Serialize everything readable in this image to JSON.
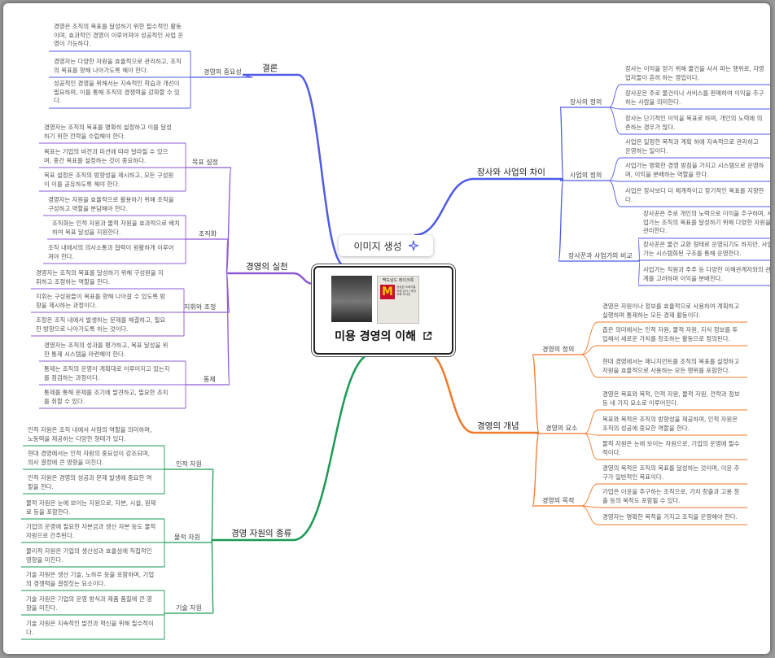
{
  "generate_chip": {
    "label": "이미지 생성",
    "icon": "sparkle-icon"
  },
  "central": {
    "title": "미용 경영의 이해",
    "link_icon": "external-link-icon",
    "book": {
      "title": "맥도날드 레이크록",
      "subtitle": "성공은 쓰레기통 속에 있다 / 레이 크록 자서전"
    }
  },
  "colors": {
    "conclusion": "#4f5be6",
    "practice": "#8e5ad4",
    "resources": "#1a9a55",
    "business": "#4f5be6",
    "concept": "#f07a2a"
  },
  "branches": {
    "conclusion": {
      "label": "결론",
      "mids": [
        {
          "label": "경영의 중요성",
          "leaves": [
            "경영은 조직의 목표를 달성하기 위한 필수적인 활동이며, 효과적인 경영이 이루어져야 성공적인 사업 운영이 가능하다.",
            "경영자는 다양한 자원을 효율적으로 관리하고, 조직의 목표를 향해 나아가도록 해야 한다.",
            "성공적인 경영을 위해서는 지속적인 학습과 개선이 필요하며, 이를 통해 조직의 경쟁력을 강화할 수 있다."
          ]
        }
      ]
    },
    "practice": {
      "label": "경영의 실천",
      "mids": [
        {
          "label": "목표 설정",
          "leaves": [
            "경영자는 조직의 목표를 명확히 설정하고 이를 달성하기 위한 전략을 수립해야 한다.",
            "목표는 기업의 비전과 미션에 따라 달라질 수 있으며, 중간 목표를 설정하는 것이 중요하다.",
            "목표 설정은 조직의 방향성을 제시하고, 모든 구성원이 이를 공유하도록 해야 한다."
          ]
        },
        {
          "label": "조직화",
          "leaves": [
            "경영자는 자원을 효율적으로 활용하기 위해 조직을 구성하고 역할을 분담해야 한다.",
            "조직화는 인적 자원과 물적 자원을 효과적으로 배치하여 목표 달성을 지원한다.",
            "조직 내에서의 의사소통과 협력이 원활하게 이루어져야 한다."
          ]
        },
        {
          "label": "지휘와 조정",
          "leaves": [
            "경영자는 조직의 목표를 달성하기 위해 구성원을 지휘하고 조정하는 역할을 한다.",
            "지휘는 구성원들이 목표를 향해 나아갈 수 있도록 방향을 제시하는 과정이다.",
            "조정은 조직 내에서 발생하는 문제를 해결하고, 필요한 방향으로 나아가도록 하는 것이다."
          ]
        },
        {
          "label": "통제",
          "leaves": [
            "경영자는 조직의 성과를 평가하고, 목표 달성을 위한 통제 시스템을 마련해야 한다.",
            "통제는 조직의 운영이 계획대로 이루어지고 있는지를 점검하는 과정이다.",
            "통제를 통해 문제를 조기에 발견하고, 필요한 조치를 취할 수 있다."
          ]
        }
      ]
    },
    "resources": {
      "label": "경영 자원의 종류",
      "mids": [
        {
          "label": "인적 자원",
          "leaves": [
            "인적 자원은 조직 내에서 사람의 역할을 의미하며, 노동력을 제공하는 다양한 형태가 있다.",
            "현대 경영에서는 인적 자원의 중요성이 강조되며, 의사 결정에 큰 영향을 미친다.",
            "인적 자원은 경영의 성공과 문제 발생에 중요한 역할을 한다."
          ]
        },
        {
          "label": "물적 자원",
          "leaves": [
            "물적 자원은 눈에 보이는 자원으로, 자본, 시설, 원재료 등을 포함한다.",
            "기업의 운영에 필요한 자본금과 생산 자본 등도 물적 자원으로 간주된다.",
            "물리적 자원은 기업의 생산성과 효율성에 직접적인 영향을 미친다."
          ]
        },
        {
          "label": "기술 자원",
          "leaves": [
            "기술 자원은 생산 기술, 노하우 등을 포함하며, 기업의 경쟁력을 결정짓는 요소이다.",
            "기술 자원은 기업의 운영 방식과 제품 품질에 큰 영향을 미친다.",
            "기술 자원은 지속적인 발전과 혁신을 위해 필수적이다."
          ]
        }
      ]
    },
    "business": {
      "label": "장사와 사업의 차이",
      "mids": [
        {
          "label": "장사의 정의",
          "leaves": [
            "장사는 이익을 얻기 위해 물건을 사서 파는 행위로, 자영업자들이 흔히 하는 영업이다.",
            "장사꾼은 주로 물건이나 서비스를 판매하여 이익을 추구하는 사람을 의미한다.",
            "장사는 단기적인 이익을 목표로 하며, 개인의 노력에 의존하는 경우가 많다."
          ]
        },
        {
          "label": "사업의 정의",
          "leaves": [
            "사업은 일정한 목적과 계획 하에 지속적으로 관리하고 운영하는 일이다.",
            "사업가는 명확한 경영 방침을 가지고 시스템으로 운영하며, 이익을 분배하는 역할을 한다.",
            "사업은 장사보다 더 체계적이고 장기적인 목표를 지향한다."
          ]
        },
        {
          "label": "장사꾼과 사업가의 비교",
          "leaves": [
            "장사꾼은 주로 개인의 노력으로 이익을 추구하며, 사업가는 조직의 목표를 달성하기 위해 다양한 자원을 관리한다.",
            "장사꾼은 물건 교환 형태로 운영되기도 하지만, 사업가는 시스템화된 구조를 통해 운영한다.",
            "사업가는 직원과 주주 등 다양한 이해관계자와의 관계를 고려하며 이익을 분배한다."
          ]
        }
      ]
    },
    "concept": {
      "label": "경영의 개념",
      "mids": [
        {
          "label": "경영의 정의",
          "leaves": [
            "경영은 자원이나 정보를 효율적으로 사용하여 계획하고 실행하며 통제하는 모든 경제 활동이다.",
            "좁은 의미에서는 인적 자원, 물적 자원, 지식 정보를 투입해서 새로운 가치를 창조하는 활동으로 정의된다.",
            "현대 경영에서는 매니지먼트를 조직의 목표를 설정하고 자원을 효율적으로 사용하는 모든 행위를 포함한다."
          ]
        },
        {
          "label": "경영의 요소",
          "leaves": [
            "경영은 목표와 목적, 인적 자원, 물적 자원, 전략과 정보 등 네 가지 요소로 이루어진다.",
            "목표와 목적은 조직의 방향성을 제공하며, 인적 자원은 조직의 성공에 중요한 역할을 한다.",
            "물적 자원은 눈에 보이는 자원으로, 기업의 운영에 필수적이다."
          ]
        },
        {
          "label": "경영의 목적",
          "leaves": [
            "경영의 목적은 조직의 목표를 달성하는 것이며, 이윤 추구가 일반적인 목표이다.",
            "기업은 이윤을 추구하는 조직으로, 가치 창출과 고용 창출 등의 목적도 포함될 수 있다.",
            "경영자는 명확한 목적을 가지고 조직을 운영해야 한다."
          ]
        }
      ]
    }
  }
}
